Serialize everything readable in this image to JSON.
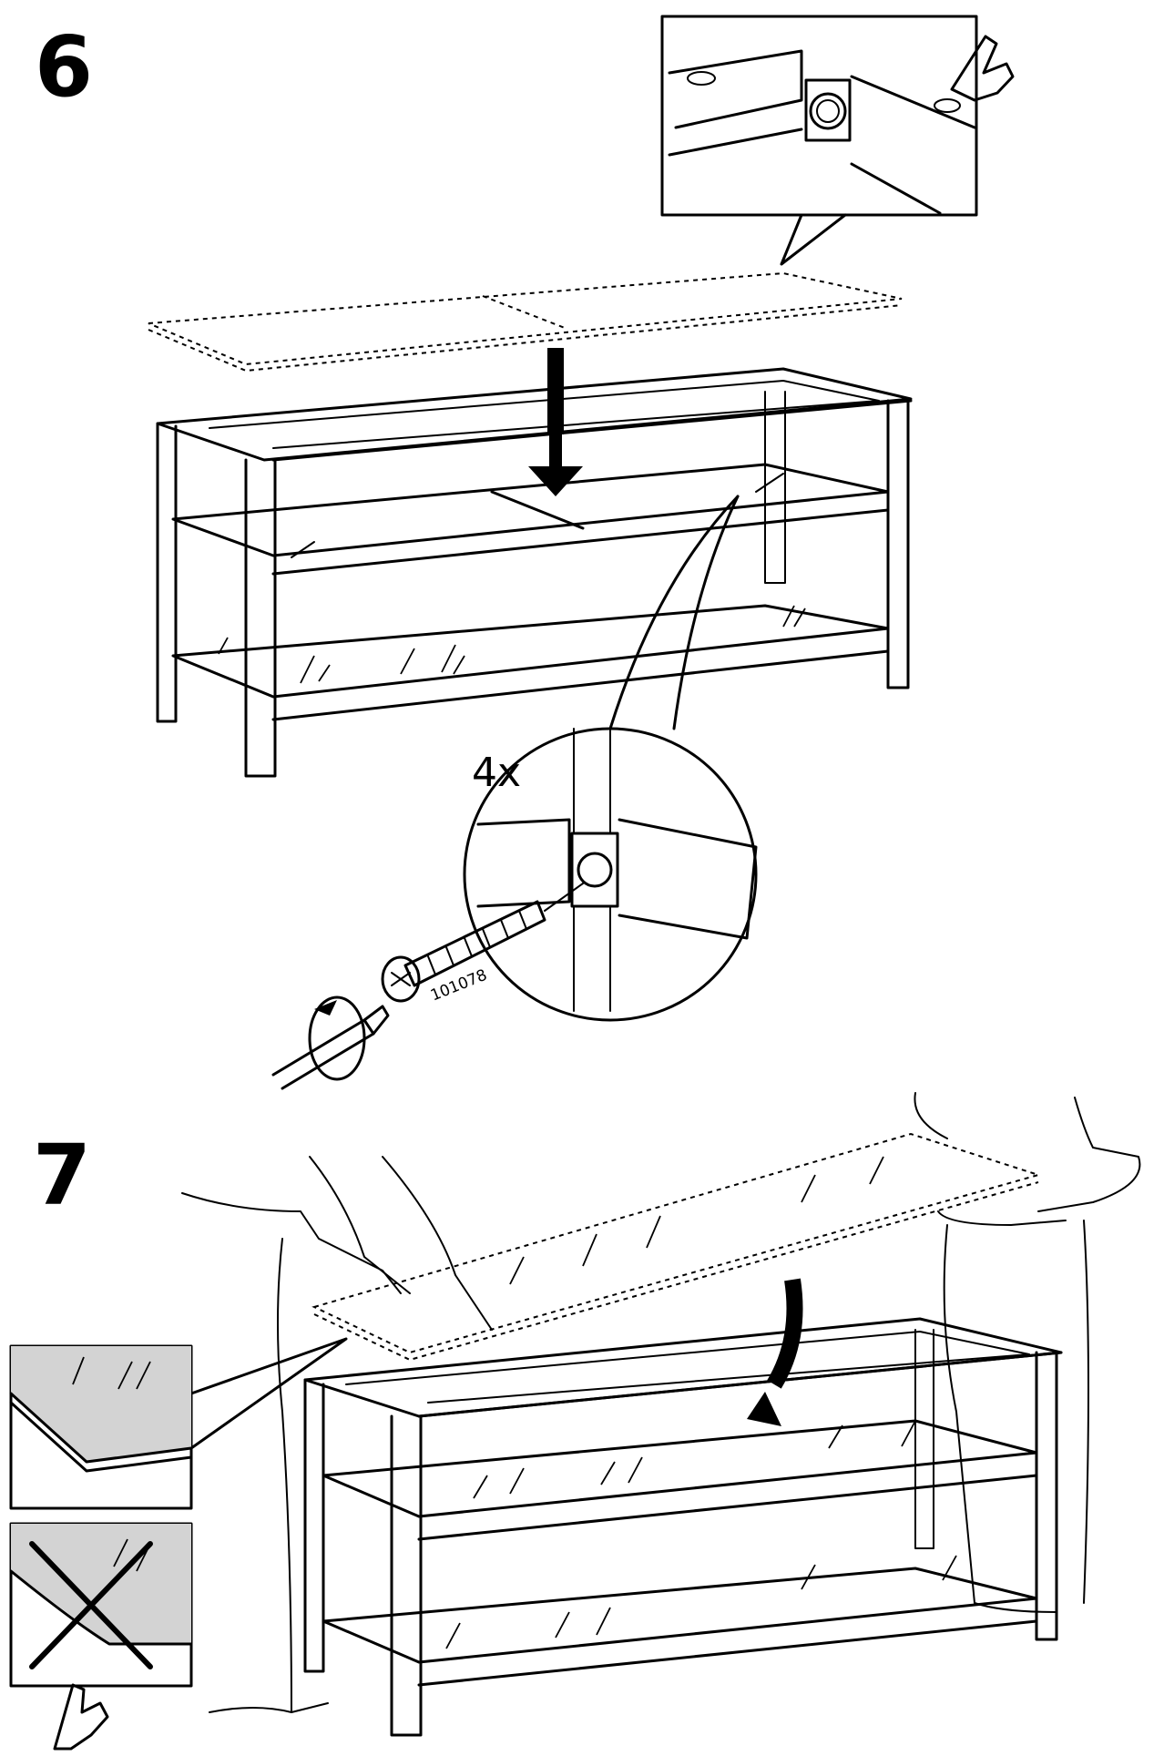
{
  "step6": {
    "number": "6",
    "screw_quantity": "4x",
    "screw_part_number": "101078"
  },
  "step7": {
    "number": "7"
  },
  "icons": {
    "pointing_hand": "pointing-hand-icon",
    "screwdriver": "screwdriver-icon",
    "wrong_x": "cross-mark-icon"
  },
  "colors": {
    "line": "#000000",
    "inset_fill": "#d3d3d3",
    "background": "#ffffff"
  }
}
